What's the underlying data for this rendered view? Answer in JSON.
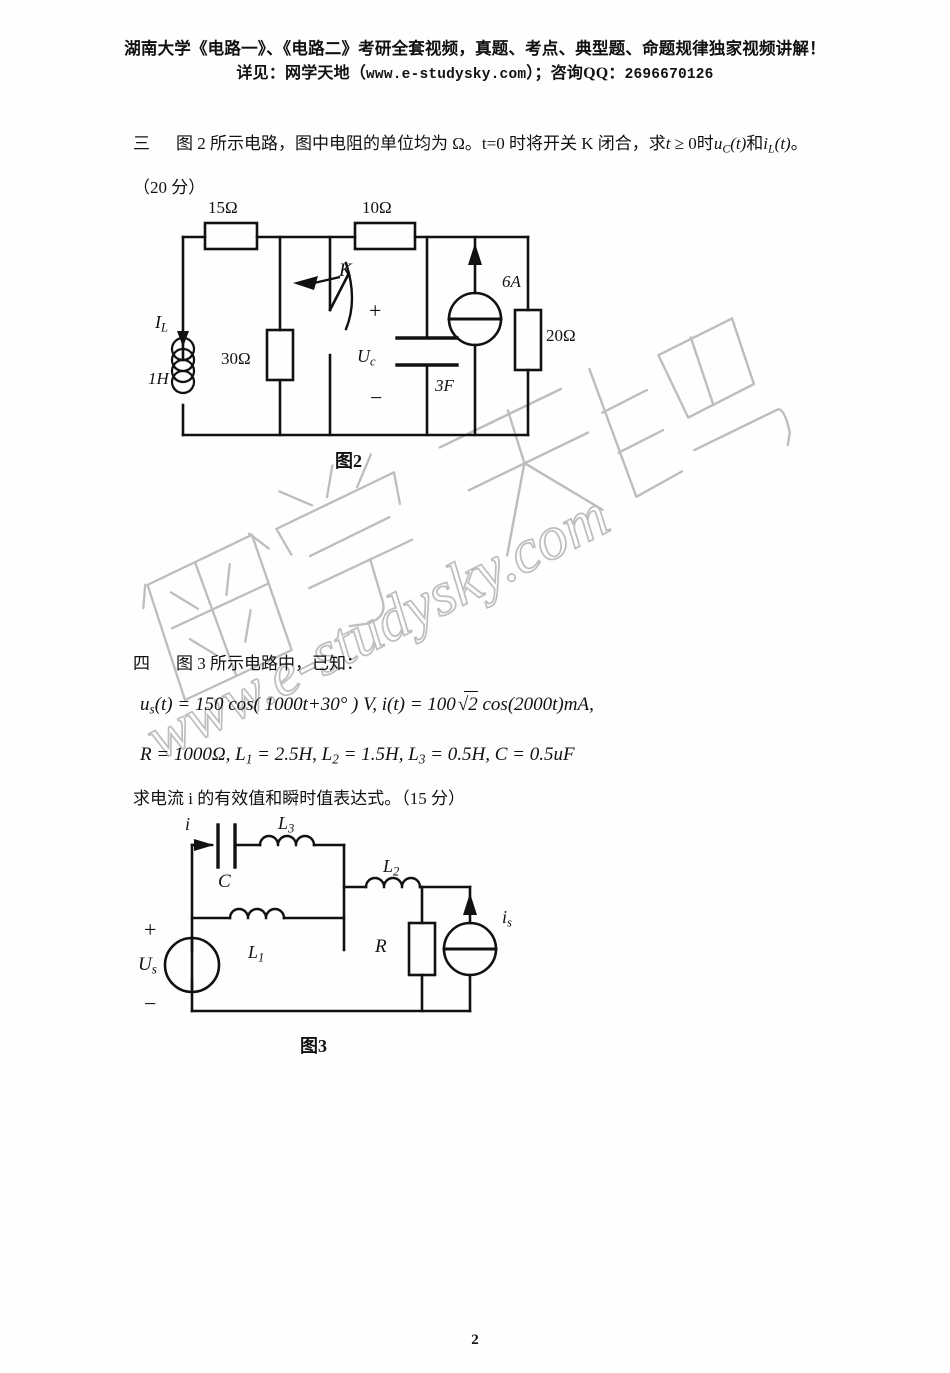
{
  "header": {
    "line1": "湖南大学《电路一》、《电路二》考研全套视频，真题、考点、典型题、命题规律独家视频讲解！",
    "line2_prefix": "详见：网学天地（",
    "line2_url": "www.e-studysky.com",
    "line2_mid": "）；咨询QQ：",
    "line2_qq": "2696670126"
  },
  "question3": {
    "number": "三",
    "text": "图 2 所示电路，图中电阻的单位均为 Ω。t=0 时将开关 K 闭合，求",
    "tail_t": "t",
    "tail_ge": " ≥ 0时",
    "tail_uc": "u",
    "tail_uc_sub": "C",
    "tail_uc_arg": "(t)",
    "tail_and": "和",
    "tail_il": "i",
    "tail_il_sub": "L",
    "tail_il_arg": "(t)",
    "tail_period": "。",
    "marks": "（20 分）"
  },
  "question4": {
    "number": "四",
    "text": "图 3 所示电路中，已知：",
    "eq1_a": "u",
    "eq1_a_sub": "s",
    "eq1_b": "(t) = 150 cos( 1000t+30° ) V, i(t) = 100",
    "eq1_sqrt": "2",
    "eq1_c": " cos(2000t)mA,",
    "eq2": "R = 1000Ω, L",
    "eq2_s1": "1",
    "eq2_b": " = 2.5H, L",
    "eq2_s2": "2",
    "eq2_c": " = 1.5H, L",
    "eq2_s3": "3",
    "eq2_d": " = 0.5H, C = 0.5uF",
    "ask": "求电流 i 的有效值和瞬时值表达式。（15 分）"
  },
  "figure2": {
    "caption": "图2",
    "labels": {
      "r15": "15Ω",
      "r10": "10Ω",
      "r30": "30Ω",
      "r20": "20Ω",
      "cap": "3F",
      "cap_volt": "U",
      "cap_volt_sub": "c",
      "cap_plus": "+",
      "cap_minus": "−",
      "src_current": "6A",
      "switch": "K",
      "inductor": "1H",
      "inductor_current": "I",
      "inductor_current_sub": "L"
    }
  },
  "figure3": {
    "caption": "图3",
    "labels": {
      "cap": "C",
      "current_i": "i",
      "l3": "L",
      "l3_sub": "3",
      "l2": "L",
      "l2_sub": "2",
      "l1": "L",
      "l1_sub": "1",
      "r": "R",
      "src_voltage": "U",
      "src_voltage_sub": "s",
      "src_plus": "+",
      "src_minus": "−",
      "src_current": "i",
      "src_current_sub": "s"
    }
  },
  "watermark": {
    "chinese": "网学天地",
    "url": "www.e-studysky.com"
  },
  "footer": {
    "page_number": "2"
  },
  "colors": {
    "ink": "#111111",
    "watermark": "#b9b9b9",
    "paper": "#fefefe"
  }
}
